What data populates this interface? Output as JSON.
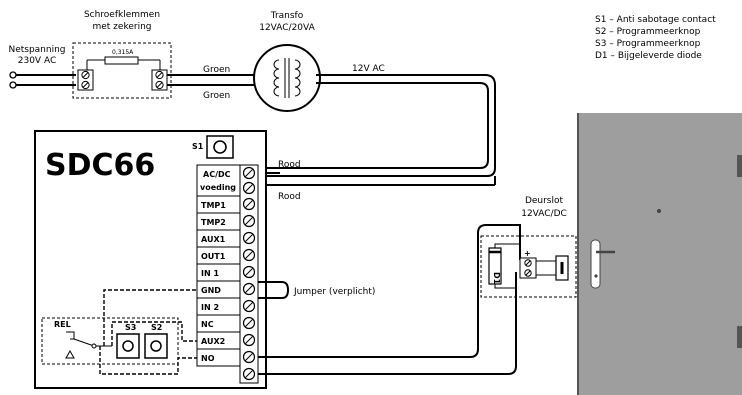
{
  "legend": [
    "S1 – Anti sabotage contact",
    "S2 – Programmeerknop",
    "S3 – Programmeerknop",
    "D1 – Bijgeleverde diode"
  ],
  "terminals": {
    "title": "Schroefklemmen",
    "subtitle": "met zekering",
    "fuse": "0,315A"
  },
  "mains": {
    "line1": "Netspanning",
    "line2": "230V AC"
  },
  "transformer": {
    "line1": "Transfo",
    "line2": "12VAC/20VA"
  },
  "wires": {
    "green_top": "Groen",
    "green_bottom": "Groen",
    "ac12": "12V AC",
    "red_top": "Rood",
    "red_bottom": "Rood",
    "jumper": "Jumper (verplicht)"
  },
  "controller": {
    "model": "SDC66",
    "s1": "S1",
    "rel": "REL",
    "s3": "S3",
    "s2": "S2",
    "ports": [
      "AC/DC",
      "voeding",
      "TMP1",
      "TMP2",
      "AUX1",
      "OUT1",
      "IN 1",
      "GND",
      "IN 2",
      "NC",
      "AUX2",
      "NO"
    ]
  },
  "lock": {
    "line1": "Deurslot",
    "line2": "12VAC/DC",
    "diode": "D1",
    "plus": "+"
  }
}
